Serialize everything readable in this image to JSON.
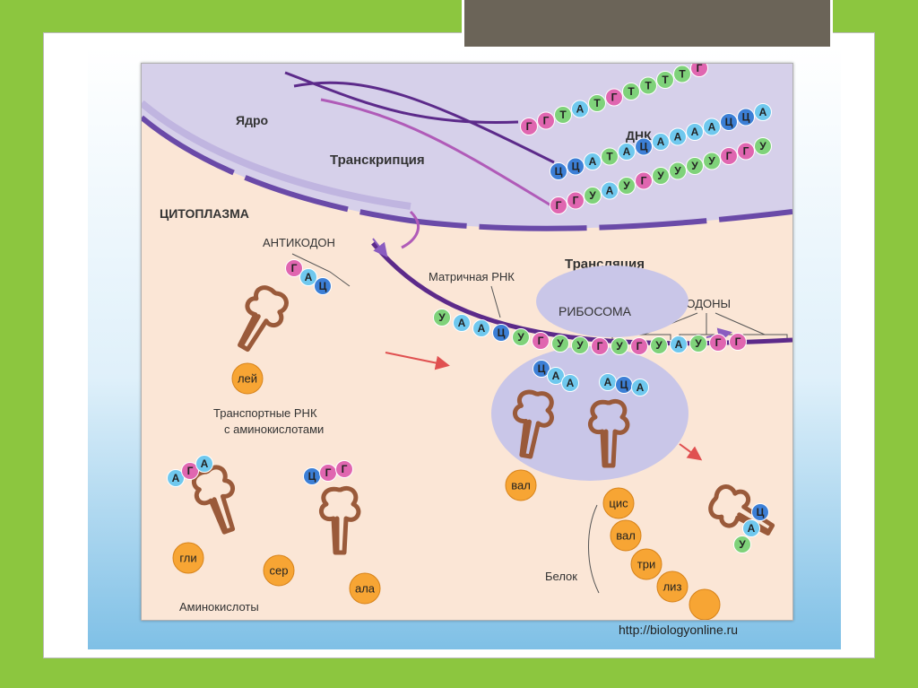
{
  "colors": {
    "slide_background": "#8cc63f",
    "nucleus": "#d6d0ea",
    "cytoplasm": "#fbe6d6",
    "ribosome": "#c9c6e8",
    "trna": "#9a5a3a",
    "amino_acid": "#f7a534",
    "bead_pink": "#e066b0",
    "bead_green": "#7fd27a",
    "bead_blue": "#6fc8ee",
    "bead_dblue": "#3c7fd6",
    "bead_teal": "#2aa7a0"
  },
  "labels": {
    "nucleus": "Ядро",
    "dna": "ДНК",
    "transcription": "Транскрипция",
    "cytoplasm": "ЦИТОПЛАЗМА",
    "anticodon": "АНТИКОДОН",
    "mrna": "Матричная РНК",
    "translation": "Трансляция",
    "ribosome": "РИБОСОМА",
    "codons": "КОДОНЫ",
    "trna_line1": "Транспортные РНК",
    "trna_line2": "с аминокислотами",
    "protein": "Белок",
    "amino_acids": "Аминокислоты"
  },
  "dna_strands": [
    [
      "Г",
      "Г",
      "Т",
      "А",
      "Т",
      "Г",
      "Т",
      "Т",
      "Т",
      "Т",
      "Г"
    ],
    [
      "Ц",
      "Ц",
      "А",
      "Т",
      "А",
      "Ц",
      "А",
      "А",
      "А",
      "А",
      "Ц",
      "Ц",
      "А"
    ],
    [
      "Г",
      "Г",
      "У",
      "А",
      "У",
      "Г",
      "У",
      "У",
      "У",
      "У",
      "Г",
      "Г",
      "У"
    ]
  ],
  "mrna_sequence": [
    "У",
    "А",
    "А",
    "Ц",
    "У",
    "Г",
    "У",
    "У",
    "Г",
    "У",
    "Г",
    "У",
    "А",
    "У",
    "Г",
    "Г"
  ],
  "trna_anticodons": {
    "lei": [
      "Г",
      "А",
      "Ц"
    ],
    "gli": [
      "А",
      "Г",
      "А"
    ],
    "ala": [
      "Ц",
      "Г",
      "Г"
    ],
    "val": [
      "Ц",
      "А",
      "А"
    ],
    "cis": [
      "А",
      "Ц",
      "А"
    ],
    "leaving": [
      "Ц",
      "А",
      "У"
    ]
  },
  "amino_acids": {
    "lei": "лей",
    "gli": "гли",
    "ser": "сер",
    "ala": "ала",
    "val_ribosome": "вал",
    "cis": "цис",
    "val_chain": "вал",
    "tri": "три",
    "liz": "лиз"
  },
  "source_url": "http://biologyonline.ru"
}
